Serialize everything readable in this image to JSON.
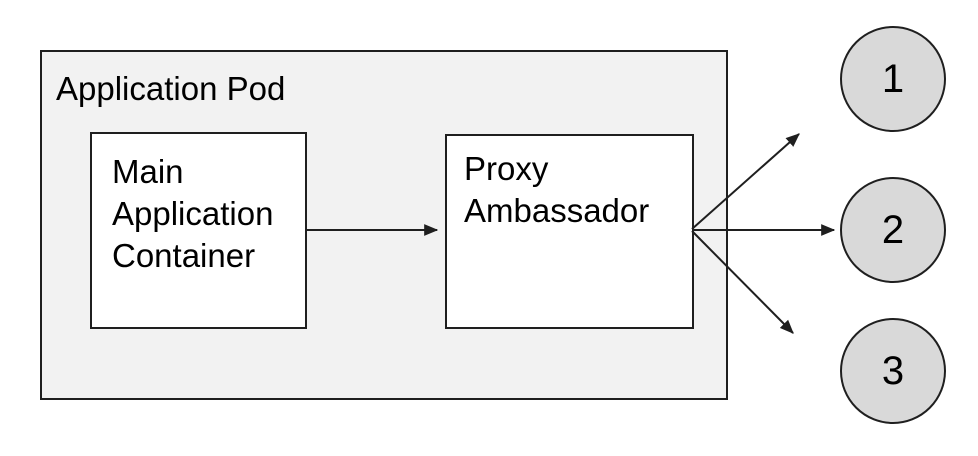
{
  "diagram": {
    "pod": {
      "label": "Application Pod",
      "fill_color": "#f2f2f2",
      "border_color": "#1f1f1f"
    },
    "nodes": [
      {
        "id": "main-application-container",
        "label": "Main Application Container",
        "fill_color": "#ffffff"
      },
      {
        "id": "proxy-ambassador",
        "label": "Proxy Ambassador",
        "fill_color": "#ffffff"
      }
    ],
    "endpoints": [
      {
        "label": "1"
      },
      {
        "label": "2"
      },
      {
        "label": "3"
      }
    ],
    "endpoint_fill_color": "#d9d9d9",
    "arrow_color": "#1f1f1f",
    "connections": [
      "Main Application Container -> Proxy Ambassador",
      "Proxy Ambassador -> 1",
      "Proxy Ambassador -> 2",
      "Proxy Ambassador -> 3"
    ]
  }
}
